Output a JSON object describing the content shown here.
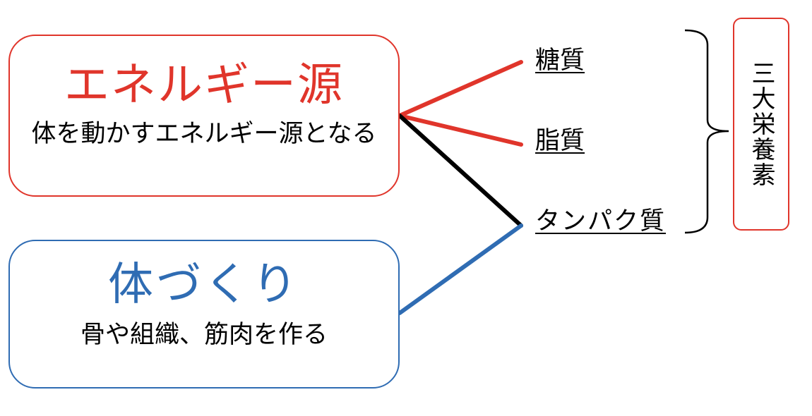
{
  "energy_box": {
    "title": "エネルギー源",
    "description": "体を動かすエネルギー源となる",
    "color": "#e0352b"
  },
  "body_box": {
    "title": "体づくり",
    "description": "骨や組織、筋肉を作る",
    "color": "#2f6cb3"
  },
  "nutrients": [
    "糖質",
    "脂質",
    "タンパク質"
  ],
  "group_label": "三大栄養素",
  "connector_colors": {
    "energy": "#e0352b",
    "protein_energy": "#000000",
    "body": "#2f6cb3"
  }
}
